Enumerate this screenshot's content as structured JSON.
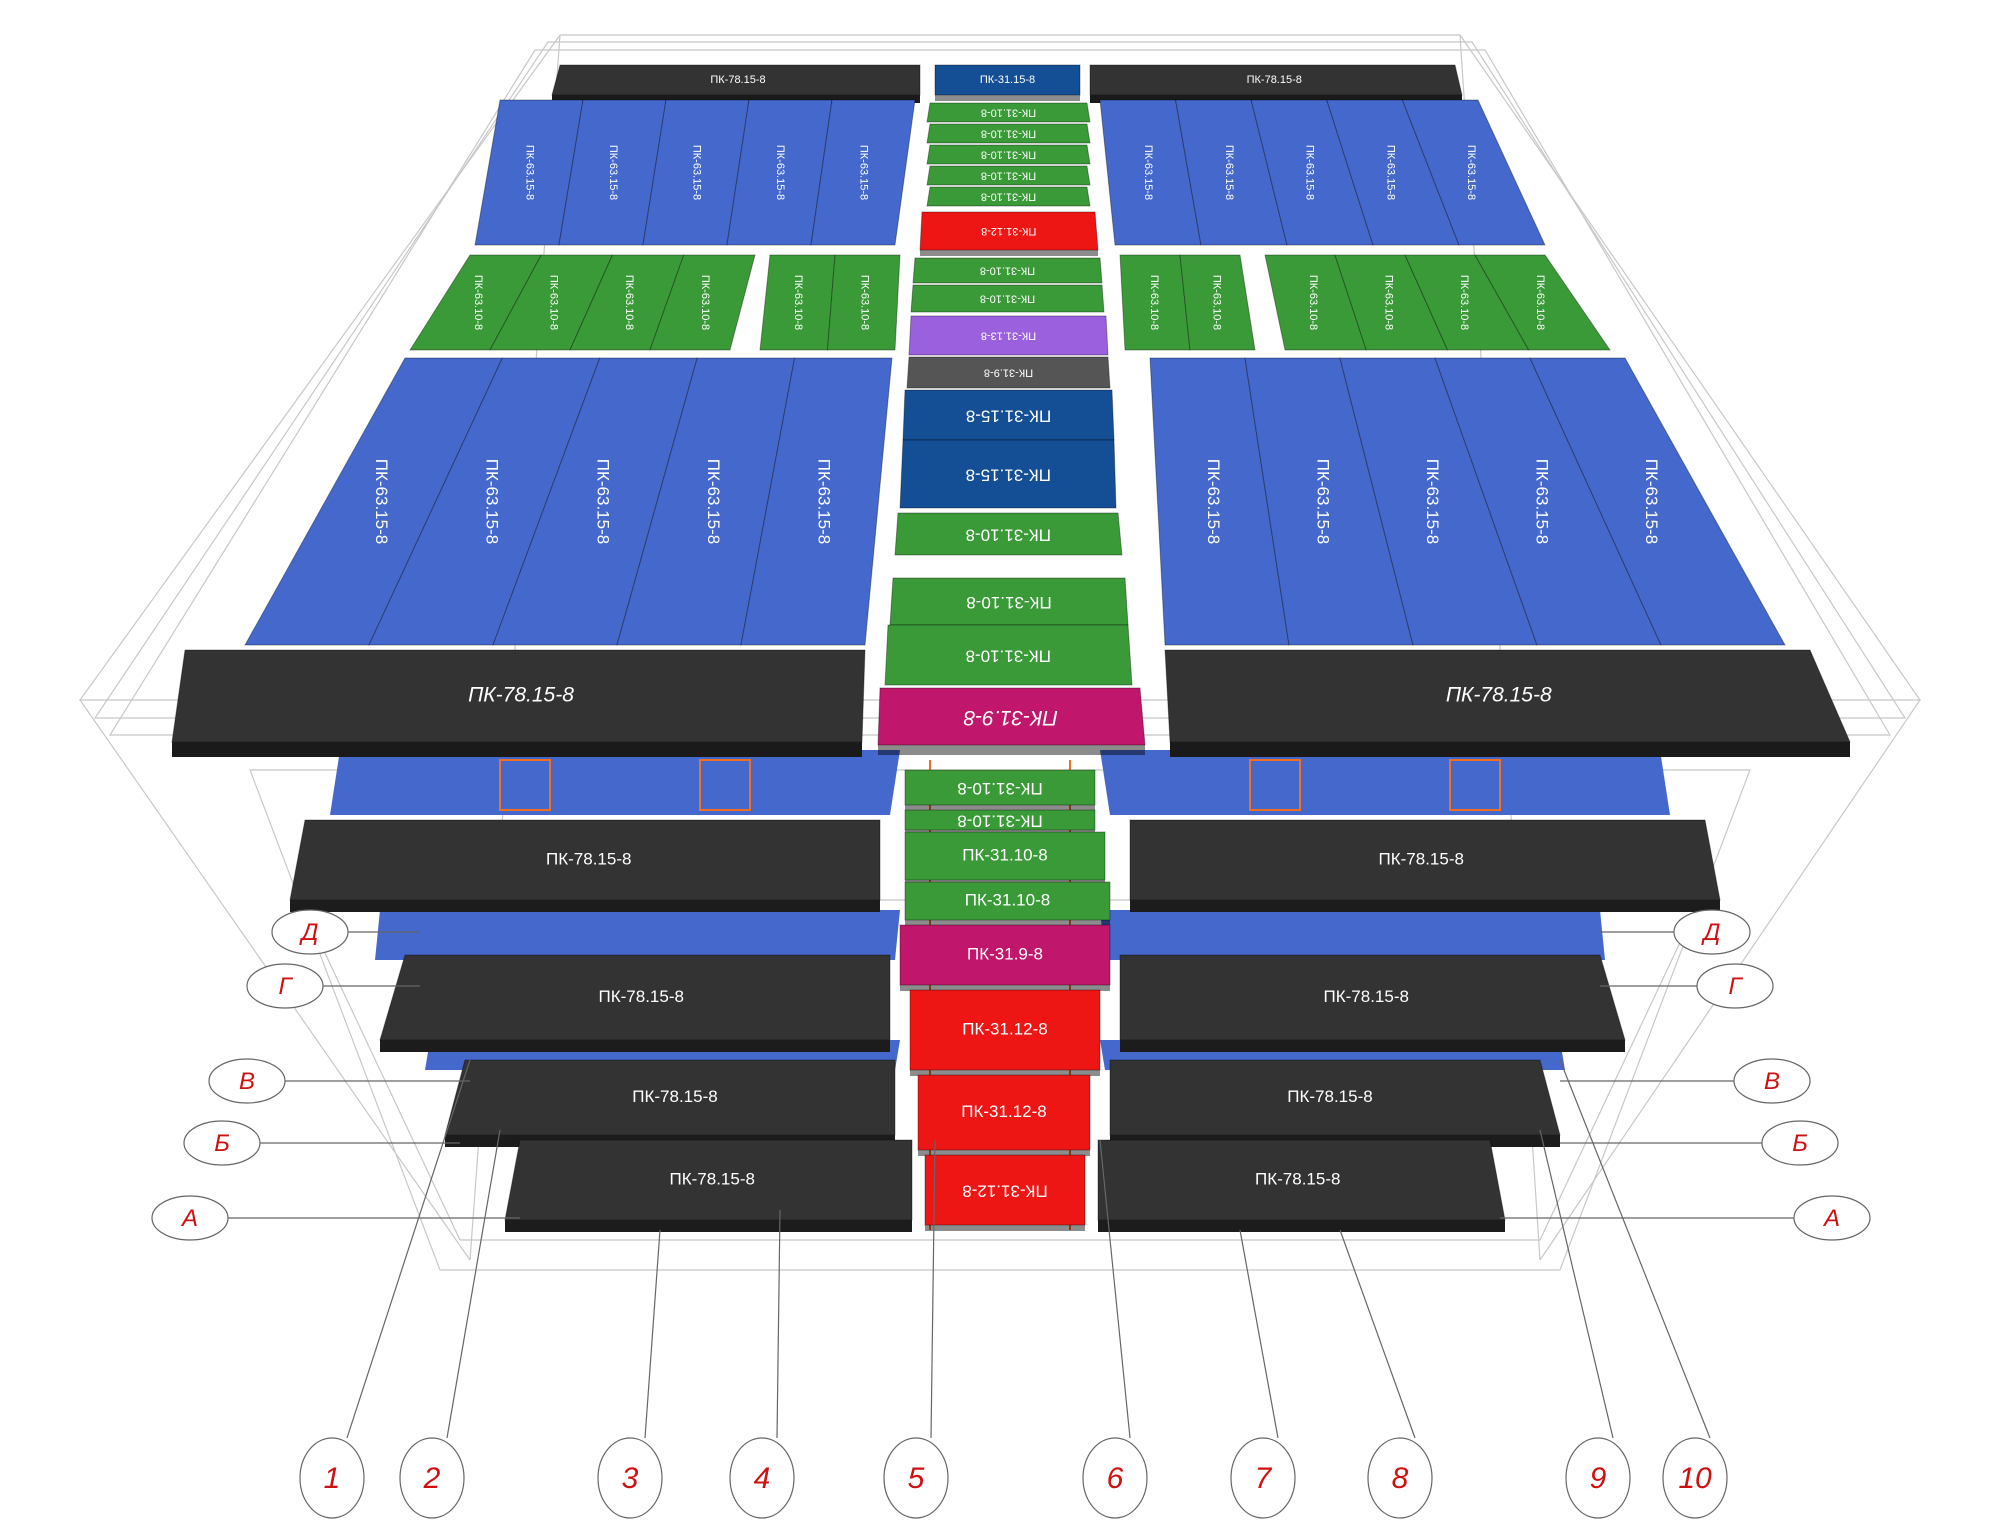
{
  "colors": {
    "blue": "#4468cc",
    "dark_blue": "#144f96",
    "green": "#3a9a38",
    "red": "#ee1515",
    "magenta": "#c0166b",
    "purple": "#9a60dd",
    "dark": "#333333",
    "gray": "#555555",
    "axis_marker": "#d01010"
  },
  "slabs": {
    "top": {
      "left_beam": "ПК-78.15-8",
      "right_beam": "ПК-78.15-8",
      "center_top": "ПК-31.15-8",
      "center_green": [
        "ПК-31.10-8",
        "ПК-31.10-8",
        "ПК-31.10-8",
        "ПК-31.10-8",
        "ПК-31.10-8"
      ],
      "center_red": "ПК-31.12-8",
      "upper_blue_left": [
        "ПК-63.15-8",
        "ПК-63.15-8",
        "ПК-63.15-8",
        "ПК-63.15-8",
        "ПК-63.15-8"
      ],
      "upper_blue_right": [
        "ПК-63.15-8",
        "ПК-63.15-8",
        "ПК-63.15-8",
        "ПК-63.15-8"
      ],
      "green_left": [
        "ПК-63.10-8",
        "ПК-63.10-8",
        "ПК-63.10-8",
        "ПК-63.10-8",
        "ПК-63.10-8",
        "ПК-63.10-8"
      ],
      "green_right": [
        "ПК-63.10-8",
        "ПК-63.10-8",
        "ПК-63.10-8",
        "ПК-63.10-8",
        "ПК-63.10-8",
        "ПК-63.10-8"
      ],
      "center_mid": [
        "ПК-31.10-8",
        "ПК-31.10-8"
      ],
      "center_purple": "ПК-31.13-8",
      "center_gray": "ПК-31.9-8",
      "center_dark_blue": [
        "ПК-31.15-8",
        "ПК-31.15-8"
      ],
      "center_low_green": [
        "ПК-31.10-8",
        "ПК-31.10-8",
        "ПК-31.10-8"
      ],
      "center_magenta": "ПК-31.9-8",
      "lower_blue_left": [
        "ПК-63.15-8",
        "ПК-63.15-8",
        "ПК-63.15-8",
        "ПК-63.15-8",
        "ПК-63.15-8"
      ],
      "lower_blue_right": [
        "ПК-63.15-8",
        "ПК-63.15-8",
        "ПК-63.15-8",
        "ПК-63.15-8",
        "ПК-63.15-8"
      ],
      "front_left_beam": "ПК-78.15-8",
      "front_right_beam": "ПК-78.15-8"
    },
    "lower_center": [
      "ПК-31.10-8",
      "ПК-31.10-8",
      "ПК-31.10-8",
      "ПК-31.10-8",
      "ПК-31.9-8",
      "ПК-31.12-8",
      "ПК-31.12-8",
      "ПК-31.12-8"
    ],
    "lower_beams_left": [
      "ПК-78.15-8",
      "ПК-78.15-8",
      "ПК-78.15-8",
      "ПК-78.15-8"
    ],
    "lower_beams_right": [
      "ПК-78.15-8",
      "ПК-78.15-8",
      "ПК-78.15-8",
      "ПК-78.15-8"
    ]
  },
  "axes": {
    "numbers": [
      "1",
      "2",
      "3",
      "4",
      "5",
      "6",
      "7",
      "8",
      "9",
      "10"
    ],
    "letters_left": [
      "Д",
      "Г",
      "В",
      "Б",
      "А"
    ],
    "letters_right": [
      "Д",
      "Г",
      "В",
      "Б",
      "А"
    ]
  }
}
